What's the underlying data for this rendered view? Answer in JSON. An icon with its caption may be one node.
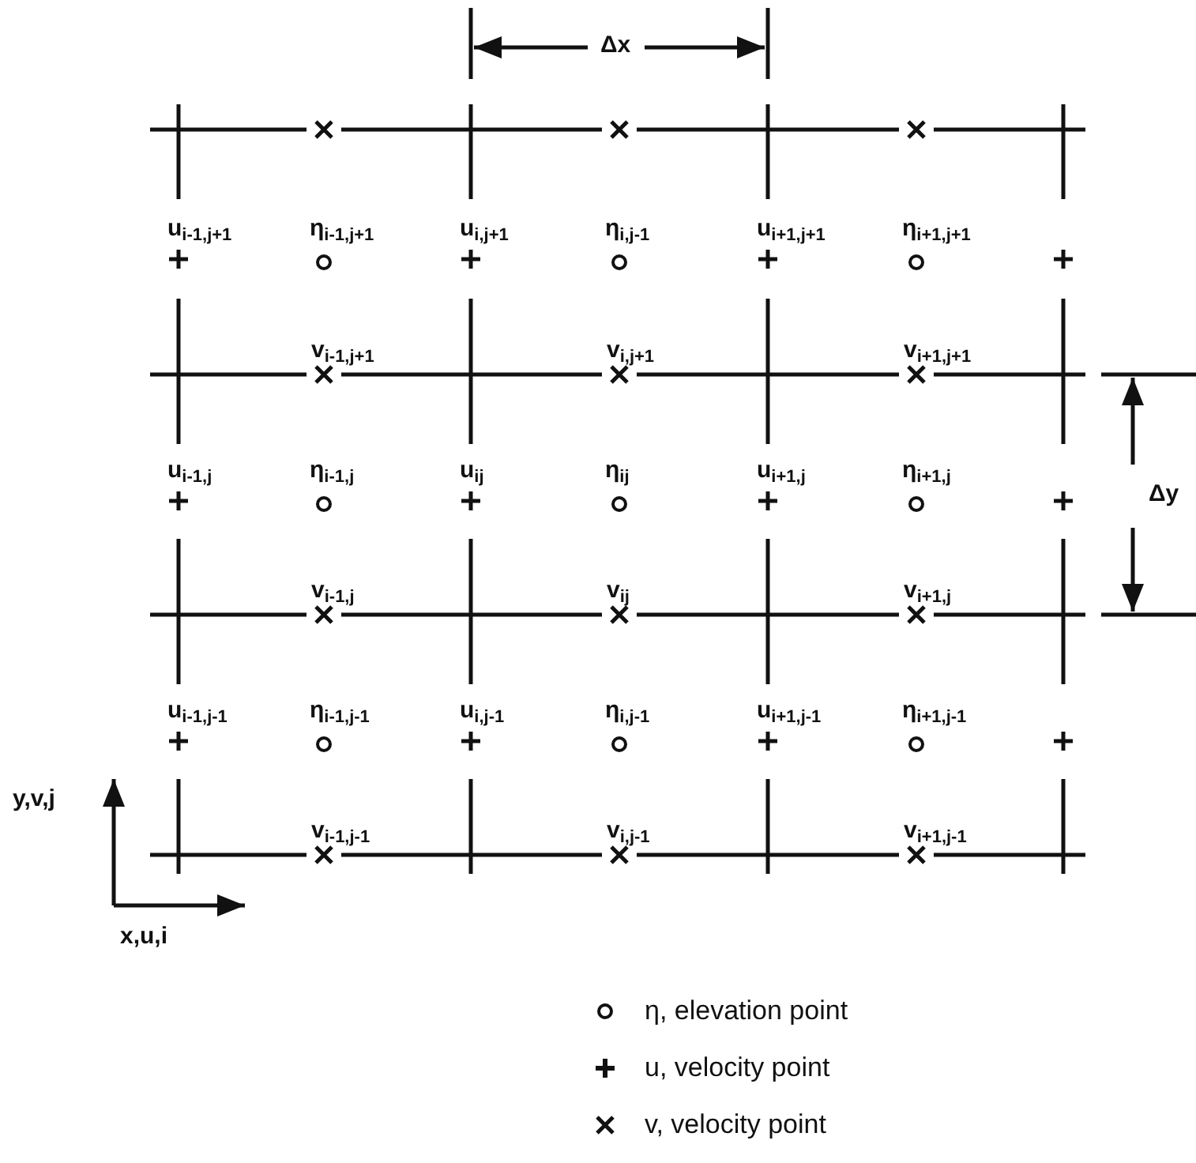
{
  "diagram": {
    "labels": [
      "Δx",
      "u$_{i-1,j+1}$",
      "η$_{i-1,j+1}$",
      "u$_{i,j+1}$",
      "η$_{i,j-1}$",
      "u$_{i+1,j+1}$",
      "η$_{i+1,j+1}$",
      "v$_{i-1,j+1}$",
      "v$_{i,j+1}$",
      "v$_{i+1,j+1}$",
      "u$_{i-1,j}$",
      "η$_{i-1,j}$",
      "u$_{ij}$",
      "η$_{ij}$",
      "u$_{i+1,j}$",
      "η$_{i+1,j}$",
      "Δy",
      "v$_{i-1,j}$",
      "v$_{ij}$",
      "v$_{i+1,j}$",
      "u$_{i-1,j-1}$",
      "η$_{i-1,j-1}$",
      "u$_{i,j-1}$",
      "η$_{i,j-1}$",
      "u$_{i+1,j-1}$",
      "η$_{i+1,j-1}$",
      "y,v,j",
      "v$_{i-1,j-1}$",
      "v$_{i,j-1}$",
      "v$_{i+1,j-1}$",
      "x,u,i"
    ],
    "legend": [
      {
        "text": "η, elevation point"
      },
      {
        "text": "u, velocity point"
      },
      {
        "text": "v, velocity point"
      }
    ]
  }
}
